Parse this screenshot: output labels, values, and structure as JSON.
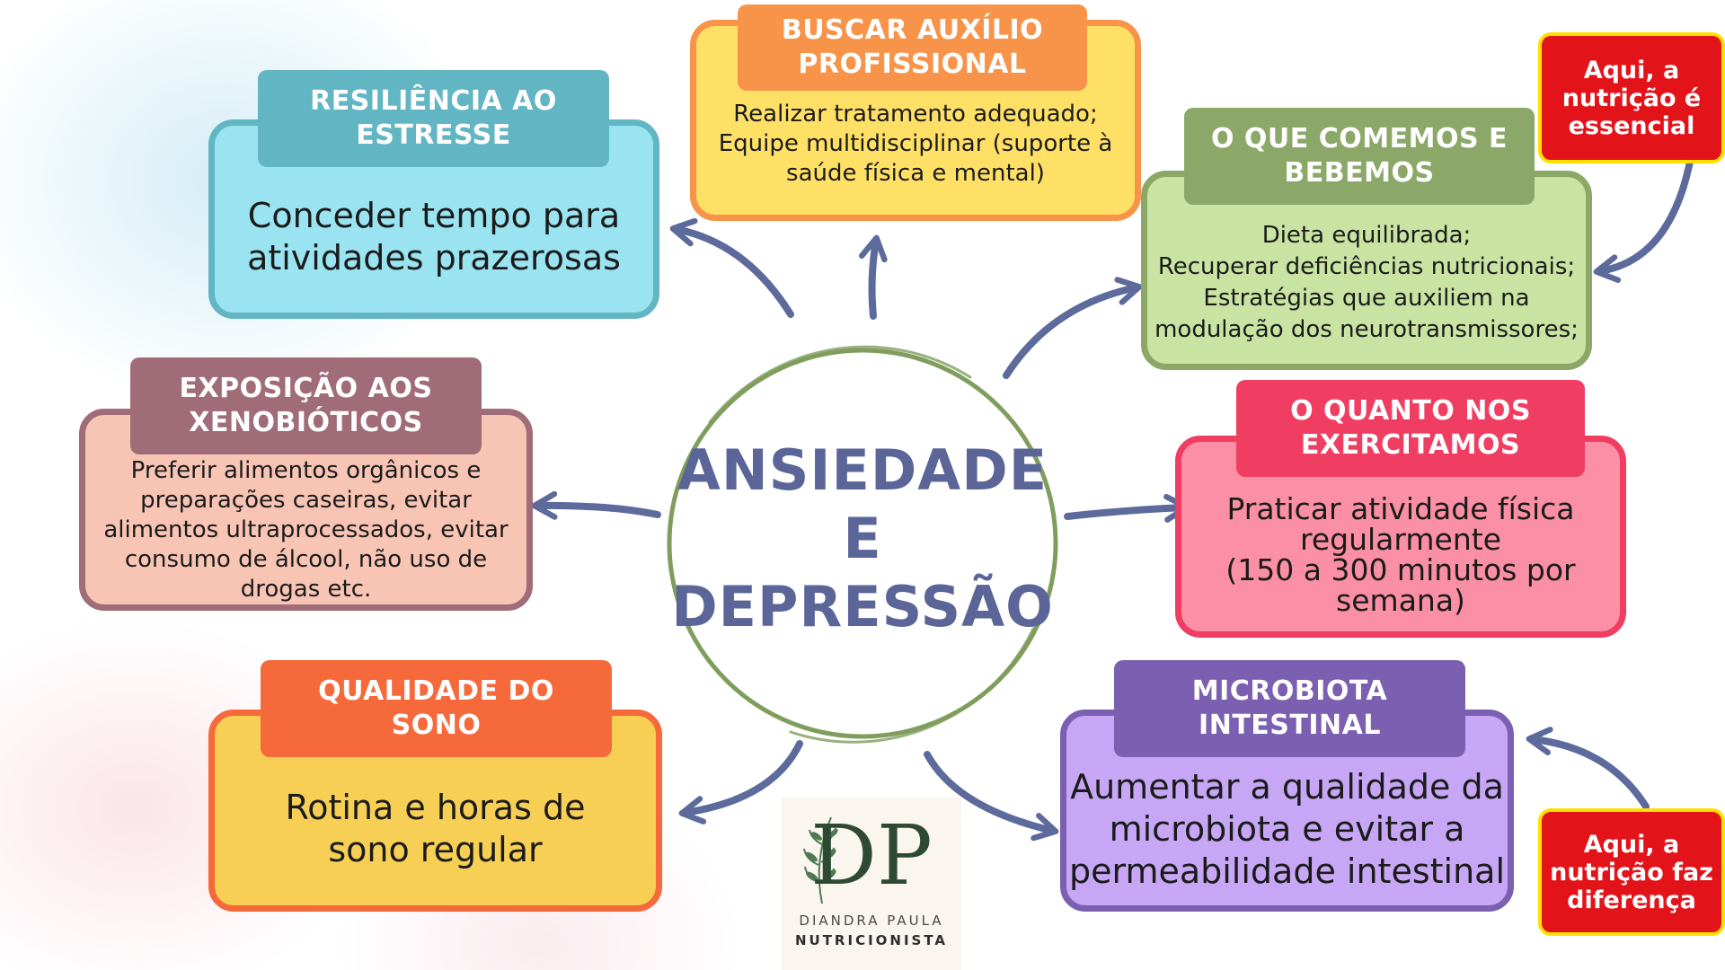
{
  "center": {
    "title": "ANSIEDADE\nE\nDEPRESSÃO"
  },
  "boxes": {
    "resiliencia": {
      "title": "RESILIÊNCIA AO\nESTRESSE",
      "text": "Conceder tempo para\natividades prazerosas",
      "tab_color": "#62b5c2",
      "box_color": "#99e4f0",
      "border_color": "#62b5c2"
    },
    "auxilio": {
      "title": "BUSCAR AUXÍLIO\nPROFISSIONAL",
      "text": "Realizar tratamento adequado;\nEquipe multidisciplinar (suporte à\nsaúde física e mental)",
      "tab_color": "#f8934a",
      "box_color": "#ffe066",
      "border_color": "#f8934a"
    },
    "comemos": {
      "title": "O QUE COMEMOS E\nBEBEMOS",
      "text": "Dieta equilibrada;\nRecuperar deficiências nutricionais;\nEstratégias que auxiliem na\nmodulação dos neurotransmissores;",
      "tab_color": "#8ca869",
      "box_color": "#c8e3a2",
      "border_color": "#8ca869"
    },
    "xenobioticos": {
      "title": "EXPOSIÇÃO AOS\nXENOBIÓTICOS",
      "text": "Preferir alimentos orgânicos e\npreparações caseiras, evitar\nalimentos ultraprocessados, evitar\nconsumo de álcool, não uso de\ndrogas etc.",
      "tab_color": "#a06c78",
      "box_color": "#f8c4b4",
      "border_color": "#a06c78"
    },
    "exercitamos": {
      "title": "O QUANTO NOS\nEXERCITAMOS",
      "text": "Praticar atividade física\nregularmente\n(150 a 300 minutos por\nsemana)",
      "tab_color": "#f03e63",
      "box_color": "#fb8fa5",
      "border_color": "#f03e63"
    },
    "sono": {
      "title": "QUALIDADE DO\nSONO",
      "text": "Rotina e horas de\nsono regular",
      "tab_color": "#f6693a",
      "box_color": "#f6cf54",
      "border_color": "#f6693a"
    },
    "microbiota": {
      "title": "MICROBIOTA\nINTESTINAL",
      "text": "Aumentar a qualidade da\nmicrobiota e evitar a\npermeabilidade intestinal",
      "tab_color": "#7b5fb0",
      "box_color": "#c7a7f5",
      "border_color": "#7b5fb0"
    }
  },
  "notes": {
    "essencial": "Aqui, a\nnutrição é\nessencial",
    "diferenca": "Aqui, a\nnutrição faz\ndiferença"
  },
  "logo": {
    "monogram": "DP",
    "name": "DIANDRA PAULA",
    "role": "NUTRICIONISTA"
  },
  "colors": {
    "arrow": "#5d6a9c",
    "circle": "#7f9e5e",
    "note_red": "#e3131a",
    "note_border": "#ffe000"
  }
}
